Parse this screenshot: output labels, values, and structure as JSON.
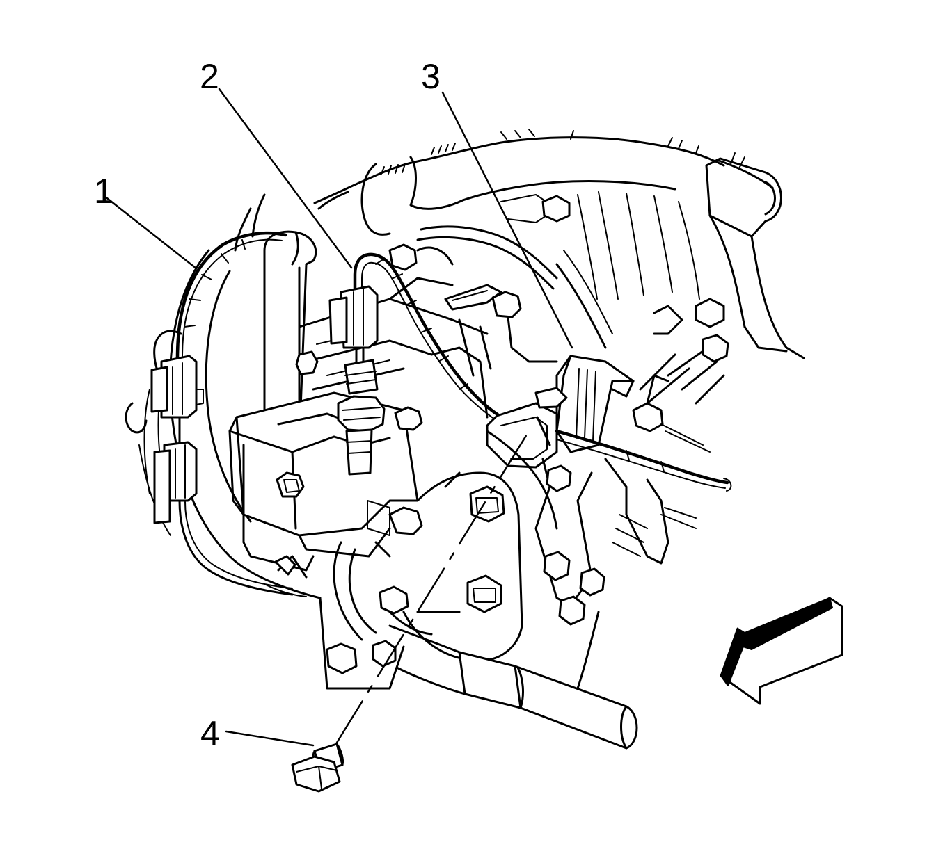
{
  "callouts": [
    {
      "id": "1",
      "text": "1"
    },
    {
      "id": "2",
      "text": "2"
    },
    {
      "id": "3",
      "text": "3"
    },
    {
      "id": "4",
      "text": "4"
    }
  ],
  "colors": {
    "ink": "#000000",
    "paper": "#ffffff"
  },
  "icons": {
    "direction": "direction-arrow-icon"
  }
}
